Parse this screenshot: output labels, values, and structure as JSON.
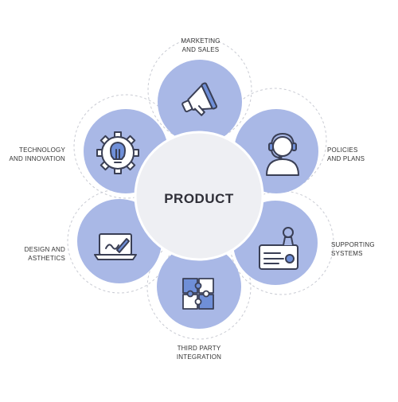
{
  "center": {
    "title": "PRODUCT"
  },
  "petals": [
    {
      "id": "marketing",
      "lines": [
        "MARKETING",
        "AND SALES"
      ],
      "icon": "megaphone-icon"
    },
    {
      "id": "policies",
      "lines": [
        "POLICIES",
        "AND PLANS"
      ],
      "icon": "support-agent-icon"
    },
    {
      "id": "supporting",
      "lines": [
        "SUPPORTING",
        "SYSTEMS"
      ],
      "icon": "id-card-icon"
    },
    {
      "id": "third-party",
      "lines": [
        "THIRD PARTY",
        "INTEGRATION"
      ],
      "icon": "puzzle-icon"
    },
    {
      "id": "design",
      "lines": [
        "DESIGN AND",
        "ASTHETICS"
      ],
      "icon": "laptop-pen-icon"
    },
    {
      "id": "technology",
      "lines": [
        "TECHNOLOGY",
        "AND INNOVATION"
      ],
      "icon": "gear-bulb-icon"
    }
  ],
  "colors": {
    "petal": "#a9b8e6",
    "center": "#f0f1f4",
    "icon_accent": "#6f8fd8",
    "stroke": "#3a3f55"
  },
  "stock_id": "653087738"
}
